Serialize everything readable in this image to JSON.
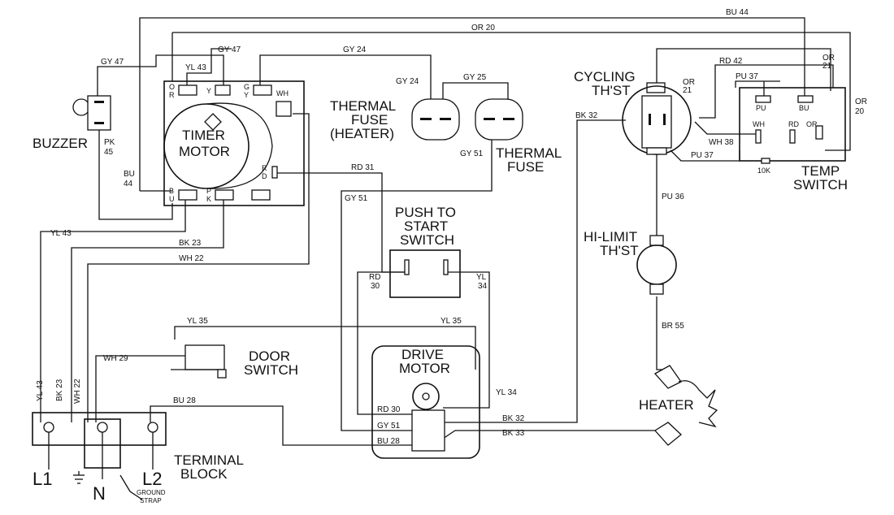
{
  "components": {
    "buzzer": "BUZZER",
    "timer_motor": [
      "TIMER",
      "MOTOR"
    ],
    "thermal_fuse_heater": [
      "THERMAL",
      "FUSE",
      "(HEATER)"
    ],
    "thermal_fuse": [
      "THERMAL",
      "FUSE"
    ],
    "push_to_start_switch": [
      "PUSH TO",
      "START",
      "SWITCH"
    ],
    "cycling_thst": [
      "CYCLING",
      "TH'ST"
    ],
    "hi_limit_thst": [
      "HI-LIMIT",
      "TH'ST"
    ],
    "temp_switch": [
      "TEMP",
      "SWITCH"
    ],
    "door_switch": [
      "DOOR",
      "SWITCH"
    ],
    "drive_motor": [
      "DRIVE",
      "MOTOR"
    ],
    "heater": "HEATER",
    "terminal_block": [
      "TERMINAL",
      "BLOCK"
    ],
    "ground_strap": [
      "GROUND",
      "STRAP"
    ]
  },
  "terminals": {
    "l1": "L1",
    "n": "N",
    "l2": "L2"
  },
  "wires": {
    "bu44_top": "BU 44",
    "or20_top": "OR 20",
    "gy47_left": "GY 47",
    "gy47_timer": "GY 47",
    "gy24_top": "GY 24",
    "gy24_fuse": "GY 24",
    "gy25": "GY 25",
    "yl43_timer": "YL 43",
    "pk45": [
      "PK",
      "45"
    ],
    "bu44_left": [
      "BU",
      "44"
    ],
    "rd31": "RD 31",
    "gy51_fuse": "GY 51",
    "gy51_left": "GY 51",
    "yl43_mid": "YL 43",
    "bk23_mid": "BK 23",
    "wh22_mid": "WH 22",
    "rd30_switch": [
      "RD",
      "30"
    ],
    "yl34_switch": [
      "YL",
      "34"
    ],
    "yl35_left": "YL 35",
    "yl35_right": "YL 35",
    "wh29": "WH 29",
    "bu28_top": "BU 28",
    "yl43_vert": "YL 43",
    "bk23_vert": "BK 23",
    "wh22_vert": "WH 22",
    "yl34_motor": "YL 34",
    "rd30_motor": "RD 30",
    "gy51_motor": "GY 51",
    "bu28_motor": "BU 28",
    "bk32_motor": "BK 32",
    "bk33_motor": "BK 33",
    "bk32_top": "BK 32",
    "rd42": "RD 42",
    "or21_left": [
      "OR",
      "21"
    ],
    "or21_right": [
      "OR",
      "21"
    ],
    "or20_right": [
      "OR",
      "20"
    ],
    "pu37_top": "PU 37",
    "pu37_bottom": "PU 37",
    "wh38": "WH 38",
    "pu36": "PU 36",
    "br55": "BR 55"
  },
  "terminal_labels": {
    "timer_or": [
      "O",
      "R"
    ],
    "timer_y": "Y",
    "timer_gy": [
      "G",
      "Y"
    ],
    "timer_wh": "WH",
    "timer_rd": [
      "R",
      "D"
    ],
    "timer_bu": [
      "B",
      "U"
    ],
    "timer_pk": [
      "P",
      "K"
    ],
    "temp_pu": "PU",
    "temp_bu": "BU",
    "temp_wh": "WH",
    "temp_rd": "RD",
    "temp_or": "OR",
    "resistor": "10K"
  }
}
